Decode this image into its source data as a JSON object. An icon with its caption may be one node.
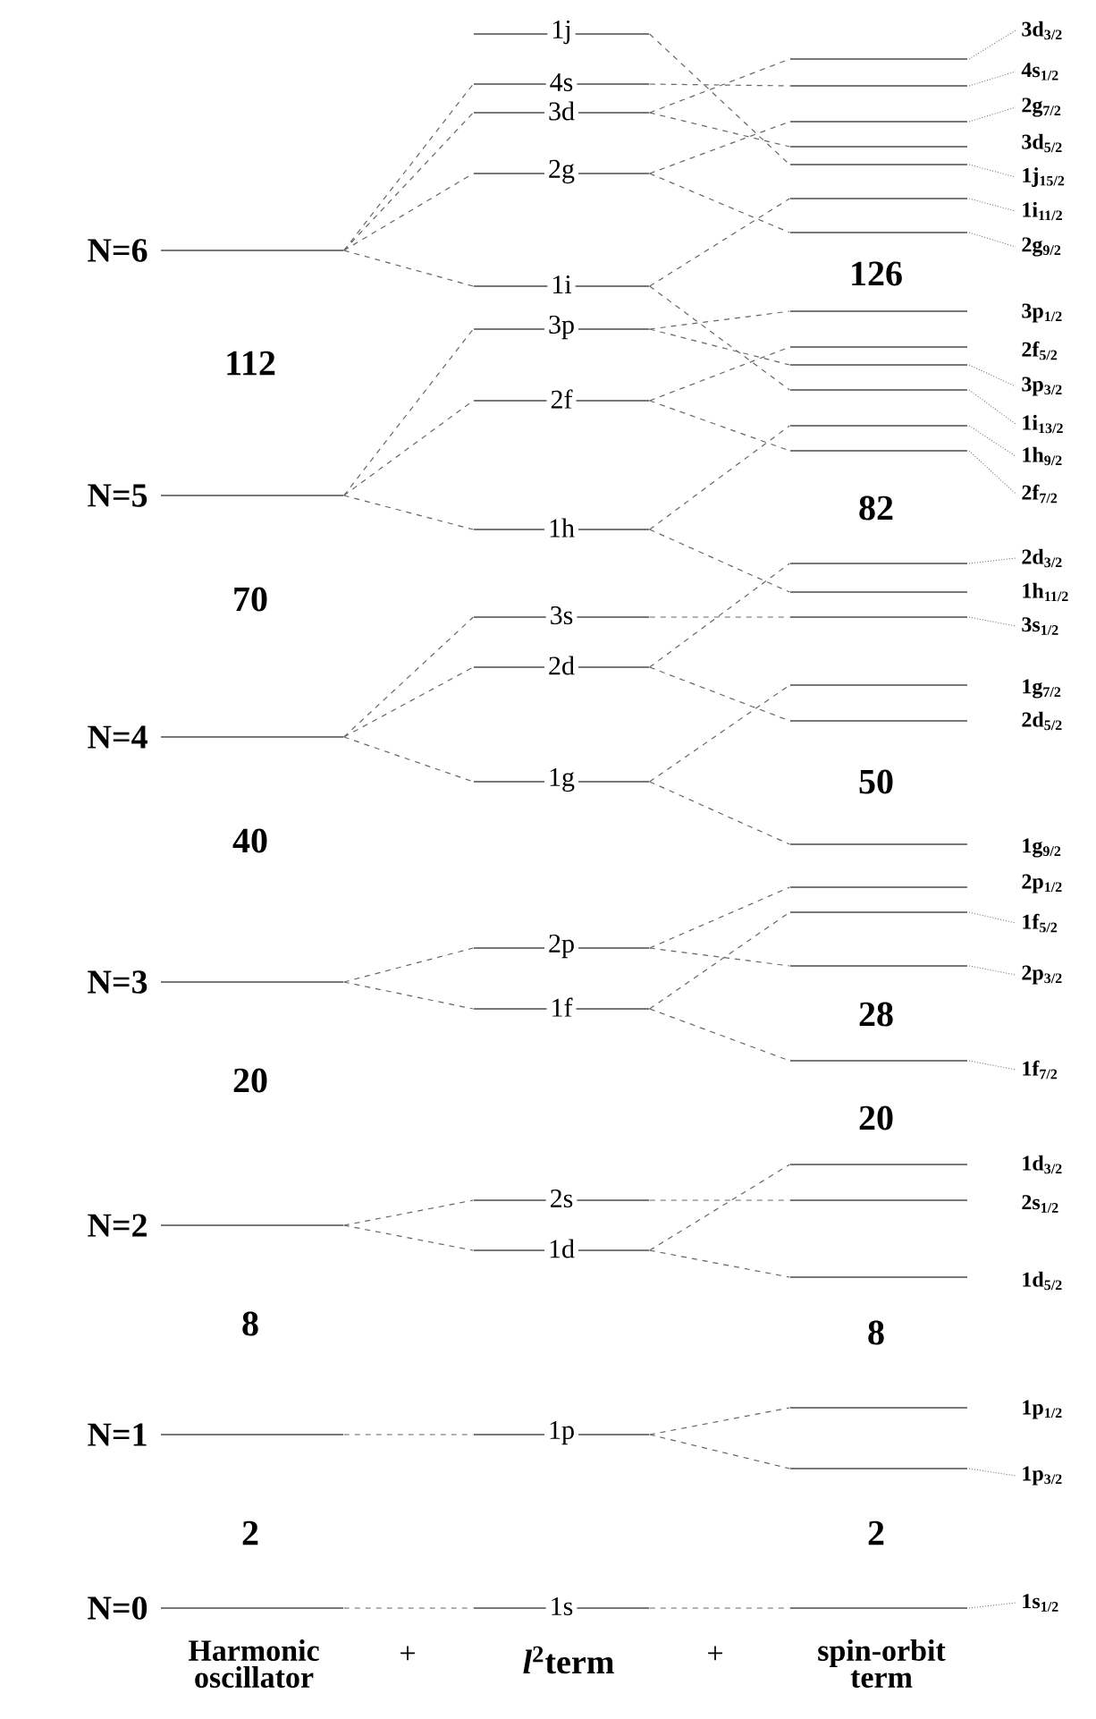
{
  "diagram": {
    "nodes": [
      {
        "text": [
          "N=6"
        ]
      },
      {
        "text": [
          "N=5"
        ]
      },
      {
        "text": [
          "N=4"
        ]
      },
      {
        "text": [
          "N=3"
        ]
      },
      {
        "text": [
          "N=2"
        ]
      },
      {
        "text": [
          "N=1"
        ]
      },
      {
        "text": [
          "N=0"
        ]
      },
      {
        "text": [
          "1j"
        ]
      },
      {
        "text": [
          "4s"
        ]
      },
      {
        "text": [
          "3d"
        ]
      },
      {
        "text": [
          "2g"
        ]
      },
      {
        "text": [
          "1i"
        ]
      },
      {
        "text": [
          "3p"
        ]
      },
      {
        "text": [
          "2f"
        ]
      },
      {
        "text": [
          "1h"
        ]
      },
      {
        "text": [
          "3s"
        ]
      },
      {
        "text": [
          "2d"
        ]
      },
      {
        "text": [
          "1g"
        ]
      },
      {
        "text": [
          "2p"
        ]
      },
      {
        "text": [
          "1f"
        ]
      },
      {
        "text": [
          "2s"
        ]
      },
      {
        "text": [
          "1d"
        ]
      },
      {
        "text": [
          "1p"
        ]
      },
      {
        "text": [
          "1s"
        ]
      },
      {
        "text": [
          "3d$_{3/2}$"
        ]
      },
      {
        "text": [
          "4s$_{1/2}$"
        ]
      },
      {
        "text": [
          "2g$_{7/2}$"
        ]
      },
      {
        "text": [
          "3d$_{5/2}$"
        ]
      },
      {
        "text": [
          "1j$_{15/2}$"
        ]
      },
      {
        "text": [
          "1i$_{11/2}$"
        ]
      },
      {
        "text": [
          "2g$_{9/2}$"
        ]
      },
      {
        "text": [
          "3p$_{1/2}$"
        ]
      },
      {
        "text": [
          "2f$_{5/2}$"
        ]
      },
      {
        "text": [
          "3p$_{3/2}$"
        ]
      },
      {
        "text": [
          "1i$_{13/2}$"
        ]
      },
      {
        "text": [
          "1h$_{9/2}$"
        ]
      },
      {
        "text": [
          "2f$_{7/2}$"
        ]
      },
      {
        "text": [
          "2d$_{3/2}$"
        ]
      },
      {
        "text": [
          "1h$_{11/2}$"
        ]
      },
      {
        "text": [
          "3s$_{1/2}$"
        ]
      },
      {
        "text": [
          "1g$_{7/2}$"
        ]
      },
      {
        "text": [
          "2d$_{5/2}$"
        ]
      },
      {
        "text": [
          "1g$_{9/2}$"
        ]
      },
      {
        "text": [
          "2p$_{1/2}$"
        ]
      },
      {
        "text": [
          "1f$_{5/2}$"
        ]
      },
      {
        "text": [
          "2p$_{3/2}$"
        ]
      },
      {
        "text": [
          "1f$_{7/2}$"
        ]
      },
      {
        "text": [
          "1d$_{3/2}$"
        ]
      },
      {
        "text": [
          "2s$_{1/2}$"
        ]
      },
      {
        "text": [
          "1d$_{5/2}$"
        ]
      },
      {
        "text": [
          "1p$_{1/2}$"
        ]
      },
      {
        "text": [
          "1p$_{3/2}$"
        ]
      },
      {
        "text": [
          "1s$_{1/2}$"
        ]
      }
    ],
    "edges": [
      {
        "from": 0,
        "to": 8,
        "arrow": "none",
        "style": "dashed"
      },
      {
        "from": 0,
        "to": 9,
        "arrow": "none",
        "style": "dashed"
      },
      {
        "from": 0,
        "to": 10,
        "arrow": "none",
        "style": "dashed"
      },
      {
        "from": 0,
        "to": 11,
        "arrow": "none",
        "style": "dashed"
      },
      {
        "from": 1,
        "to": 12,
        "arrow": "none",
        "style": "dashed"
      },
      {
        "from": 1,
        "to": 13,
        "arrow": "none",
        "style": "dashed"
      },
      {
        "from": 1,
        "to": 14,
        "arrow": "none",
        "style": "dashed"
      },
      {
        "from": 2,
        "to": 15,
        "arrow": "none",
        "style": "dashed"
      },
      {
        "from": 2,
        "to": 16,
        "arrow": "none",
        "style": "dashed"
      },
      {
        "from": 2,
        "to": 17,
        "arrow": "none",
        "style": "dashed"
      },
      {
        "from": 3,
        "to": 18,
        "arrow": "none",
        "style": "dashed"
      },
      {
        "from": 3,
        "to": 19,
        "arrow": "none",
        "style": "dashed"
      },
      {
        "from": 4,
        "to": 20,
        "arrow": "none",
        "style": "dashed"
      },
      {
        "from": 4,
        "to": 21,
        "arrow": "none",
        "style": "dashed"
      },
      {
        "from": 5,
        "to": 22,
        "arrow": "none",
        "style": "dashed"
      },
      {
        "from": 6,
        "to": 23,
        "arrow": "none",
        "style": "dashed"
      },
      {
        "from": 7,
        "to": 28,
        "arrow": "none",
        "style": "dashed"
      },
      {
        "from": 8,
        "to": 25,
        "arrow": "none",
        "style": "dashed"
      },
      {
        "from": 9,
        "to": 24,
        "arrow": "none",
        "style": "dashed"
      },
      {
        "from": 9,
        "to": 27,
        "arrow": "none",
        "style": "dashed"
      },
      {
        "from": 10,
        "to": 26,
        "arrow": "none",
        "style": "dashed"
      },
      {
        "from": 10,
        "to": 30,
        "arrow": "none",
        "style": "dashed"
      },
      {
        "from": 11,
        "to": 29,
        "arrow": "none",
        "style": "dashed"
      },
      {
        "from": 11,
        "to": 34,
        "arrow": "none",
        "style": "dashed"
      },
      {
        "from": 12,
        "to": 31,
        "arrow": "none",
        "style": "dashed"
      },
      {
        "from": 12,
        "to": 33,
        "arrow": "none",
        "style": "dashed"
      },
      {
        "from": 13,
        "to": 32,
        "arrow": "none",
        "style": "dashed"
      },
      {
        "from": 13,
        "to": 36,
        "arrow": "none",
        "style": "dashed"
      },
      {
        "from": 14,
        "to": 35,
        "arrow": "none",
        "style": "dashed"
      },
      {
        "from": 14,
        "to": 38,
        "arrow": "none",
        "style": "dashed"
      },
      {
        "from": 15,
        "to": 39,
        "arrow": "none",
        "style": "dashed"
      },
      {
        "from": 16,
        "to": 37,
        "arrow": "none",
        "style": "dashed"
      },
      {
        "from": 16,
        "to": 41,
        "arrow": "none",
        "style": "dashed"
      },
      {
        "from": 17,
        "to": 40,
        "arrow": "none",
        "style": "dashed"
      },
      {
        "from": 17,
        "to": 42,
        "arrow": "none",
        "style": "dashed"
      },
      {
        "from": 18,
        "to": 43,
        "arrow": "none",
        "style": "dashed"
      },
      {
        "from": 18,
        "to": 45,
        "arrow": "none",
        "style": "dashed"
      },
      {
        "from": 19,
        "to": 44,
        "arrow": "none",
        "style": "dashed"
      },
      {
        "from": 19,
        "to": 46,
        "arrow": "none",
        "style": "dashed"
      },
      {
        "from": 20,
        "to": 48,
        "arrow": "none",
        "style": "dashed"
      },
      {
        "from": 21,
        "to": 47,
        "arrow": "none",
        "style": "dashed"
      },
      {
        "from": 21,
        "to": 49,
        "arrow": "none",
        "style": "dashed"
      },
      {
        "from": 22,
        "to": 50,
        "arrow": "none",
        "style": "dashed"
      },
      {
        "from": 22,
        "to": 51,
        "arrow": "none",
        "style": "dashed"
      },
      {
        "from": 23,
        "to": 52,
        "arrow": "none",
        "style": "dashed"
      }
    ],
    "labels": [
      "126",
      "112",
      "82",
      "70",
      "50",
      "40",
      "28",
      "20",
      "20",
      "8",
      "8",
      "2",
      "2",
      "Harmonic oscillator",
      "+",
      "*l*$^{2}$term",
      "+",
      "spin-orbit term"
    ]
  }
}
